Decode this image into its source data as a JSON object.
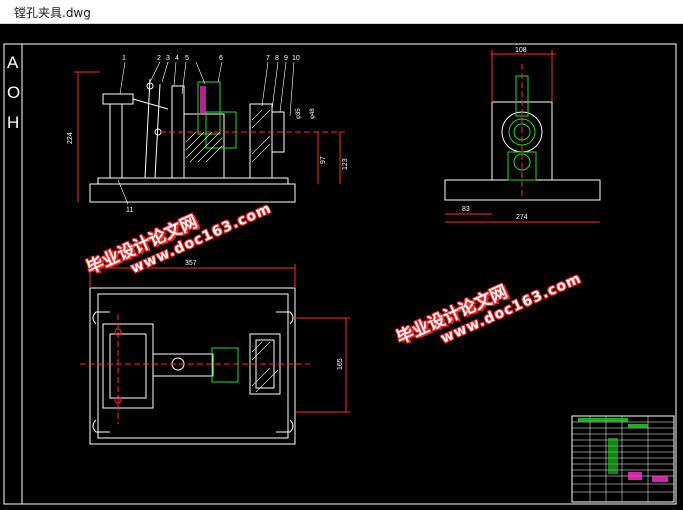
{
  "window": {
    "title": "镗孔夹具.dwg"
  },
  "drawing": {
    "side_letters": [
      "A",
      "O",
      "H"
    ],
    "part_numbers": [
      "1",
      "2",
      "3",
      "4",
      "5",
      "6",
      "7",
      "8",
      "9",
      "10",
      "11"
    ],
    "dims": {
      "front_height": "224",
      "front_d1": "97",
      "front_d2": "123",
      "front_phi1": "φ35",
      "front_phi2": "φ48",
      "side_top": "108",
      "side_left": "83",
      "side_width": "274",
      "plan_width": "357",
      "plan_height": "165"
    }
  },
  "watermarks": [
    {
      "cn": "毕业设计论文网",
      "url": "www.doc163.com"
    },
    {
      "cn": "毕业设计论文网",
      "url": "www.doc163.com"
    }
  ],
  "colors": {
    "line_white": "#ffffff",
    "dim_red": "#ff2a2a",
    "part_green": "#22dd22",
    "hatch_magenta": "#ff33cc",
    "canvas": "#000000"
  }
}
